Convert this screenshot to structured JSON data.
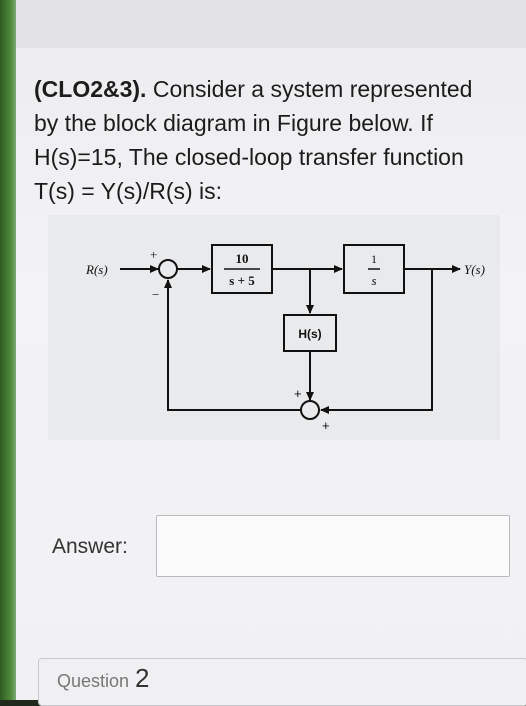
{
  "question": {
    "tag": "(CLO2&3).",
    "body": " Consider a system represented by the block diagram in Figure below. If H(s)=15, The closed-loop transfer function T(s) = Y(s)/R(s) is:"
  },
  "diagram": {
    "input_label": "R(s)",
    "output_label": "Y(s)",
    "sum1_plus": "+",
    "sum1_minus": "−",
    "block1_num": "10",
    "block1_den": "s + 5",
    "block2_num": "1",
    "block2_den": "s",
    "h_block": "H(s)",
    "sum2_plus_top": "+",
    "sum2_plus_right": "+"
  },
  "answer": {
    "label": "Answer:",
    "value": ""
  },
  "next": {
    "label": "Question",
    "number": "2"
  }
}
